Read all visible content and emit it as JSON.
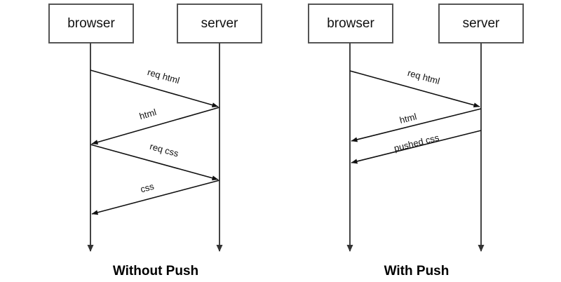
{
  "figure": {
    "title_left": "Without Push",
    "title_right": "With Push",
    "background_color": "#ffffff",
    "line_color": "#111111",
    "box_border_color": "#555555"
  },
  "diagrams": [
    {
      "id": "without-push",
      "caption": "Without Push",
      "participants": [
        {
          "id": "browser",
          "label": "browser"
        },
        {
          "id": "server",
          "label": "server"
        }
      ],
      "messages": [
        {
          "label": "req html",
          "from": "browser",
          "to": "server"
        },
        {
          "label": "html",
          "from": "server",
          "to": "browser"
        },
        {
          "label": "req css",
          "from": "browser",
          "to": "server"
        },
        {
          "label": "css",
          "from": "server",
          "to": "browser"
        }
      ]
    },
    {
      "id": "with-push",
      "caption": "With Push",
      "participants": [
        {
          "id": "browser",
          "label": "browser"
        },
        {
          "id": "server",
          "label": "server"
        }
      ],
      "messages": [
        {
          "label": "req html",
          "from": "browser",
          "to": "server"
        },
        {
          "label": "html",
          "from": "server",
          "to": "browser"
        },
        {
          "label": "pushed css",
          "from": "server",
          "to": "browser"
        }
      ]
    }
  ]
}
